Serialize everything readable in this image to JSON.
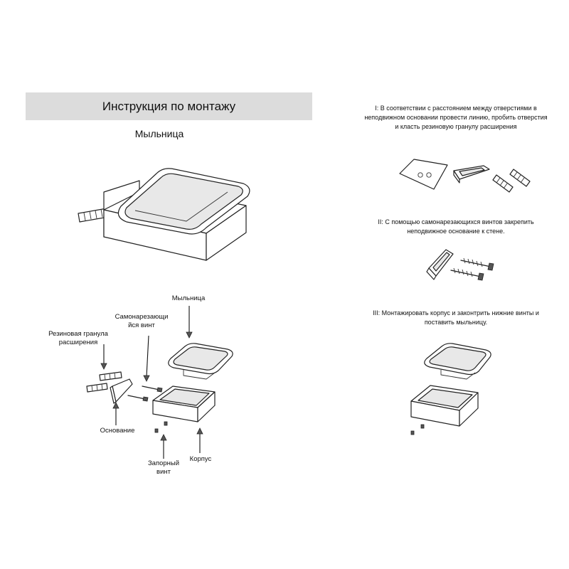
{
  "header": {
    "title": "Инструкция по монтажу",
    "subtitle": "Мыльница"
  },
  "parts": {
    "soap_dish": "Мыльница",
    "screw": "Самонарезающи йся винт",
    "plug": "Резиновая гранула расширения",
    "base": "Основание",
    "set_screw": "Запорный винт",
    "housing": "Корпус"
  },
  "steps": [
    {
      "text": "I: В соответствии с расстоянием между отверстиями в неподвижном основании провести линию, пробить отверстия и класть резиновую гранулу расширения"
    },
    {
      "text": "II: С помощью самонарезающихся винтов закрепить неподвижное основание к стене."
    },
    {
      "text": "III: Монтажировать корпус и законтрить нижние винты и поставить мыльницу."
    }
  ]
}
